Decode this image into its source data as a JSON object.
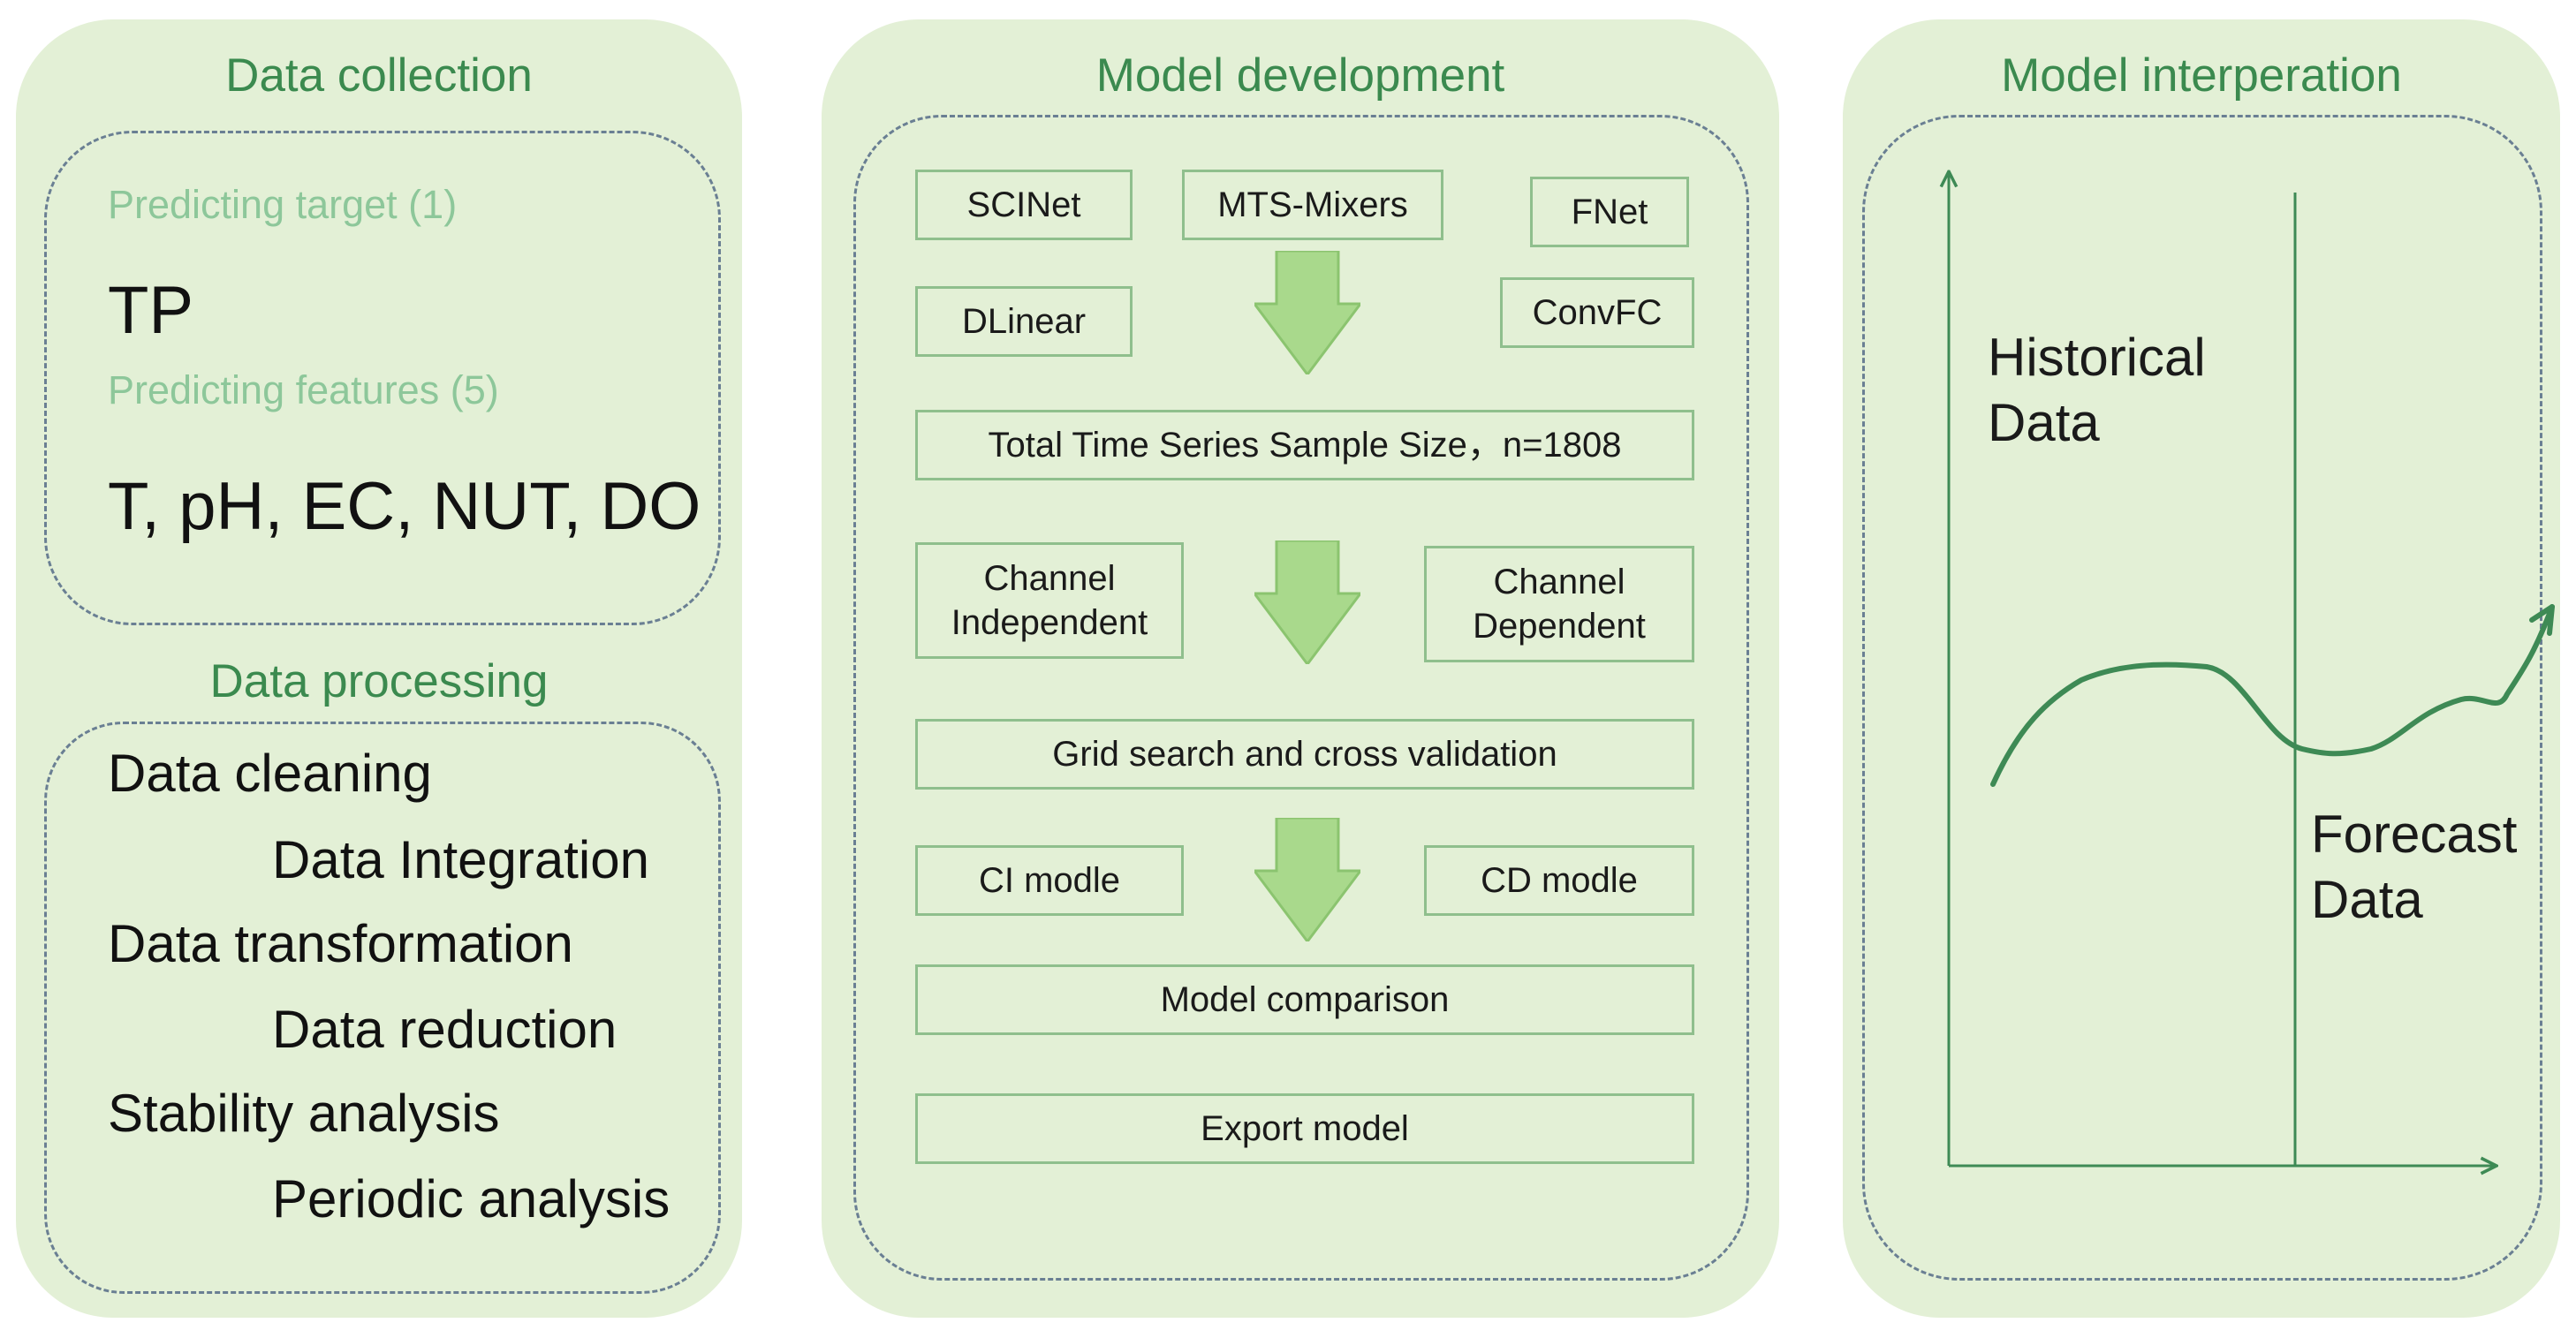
{
  "colors": {
    "panel_bg": "#e3f0d6",
    "title": "#3b8a4f",
    "subtitle_light": "#8dc79a",
    "box_border": "#8fbf8d",
    "arrow_fill": "#a9d98c",
    "dashed_border": "#6a7f93",
    "curve": "#3e8a55"
  },
  "collection": {
    "title": "Data collection",
    "target_label": "Predicting target (1)",
    "target_value": "TP",
    "features_label": "Predicting features (5)",
    "features_value": "T, pH, EC, NUT, DO"
  },
  "processing": {
    "title": "Data processing",
    "steps": [
      "Data cleaning",
      "Data Integration",
      "Data transformation",
      "Data reduction",
      "Stability analysis",
      "Periodic analysis"
    ]
  },
  "development": {
    "title": "Model development",
    "models": [
      "SCINet",
      "MTS-Mixers",
      "FNet",
      "DLinear",
      "ConvFC"
    ],
    "sample_size": "Total Time Series Sample Size，n=1808",
    "channel_independent": [
      "Channel",
      "Independent"
    ],
    "channel_dependent": [
      "Channel",
      "Dependent"
    ],
    "grid_search": "Grid search and cross validation",
    "ci_model": "CI modle",
    "cd_model": "CD modle",
    "comparison": "Model comparison",
    "export": "Export model"
  },
  "interpretation": {
    "title": "Model interperation",
    "historical": [
      "Historical",
      "Data"
    ],
    "forecast": [
      "Forecast",
      "Data"
    ]
  }
}
